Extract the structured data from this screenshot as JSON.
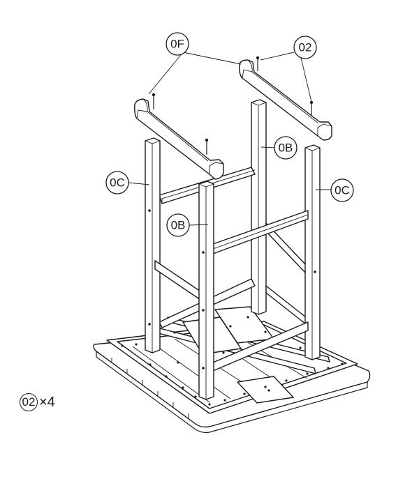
{
  "callouts": {
    "top_left": "0F",
    "top_right": "02",
    "mid_right": "0B",
    "left": "0C",
    "center": "0B",
    "right": "0C"
  },
  "quantity": {
    "part": "02",
    "multiplier": "×4"
  }
}
